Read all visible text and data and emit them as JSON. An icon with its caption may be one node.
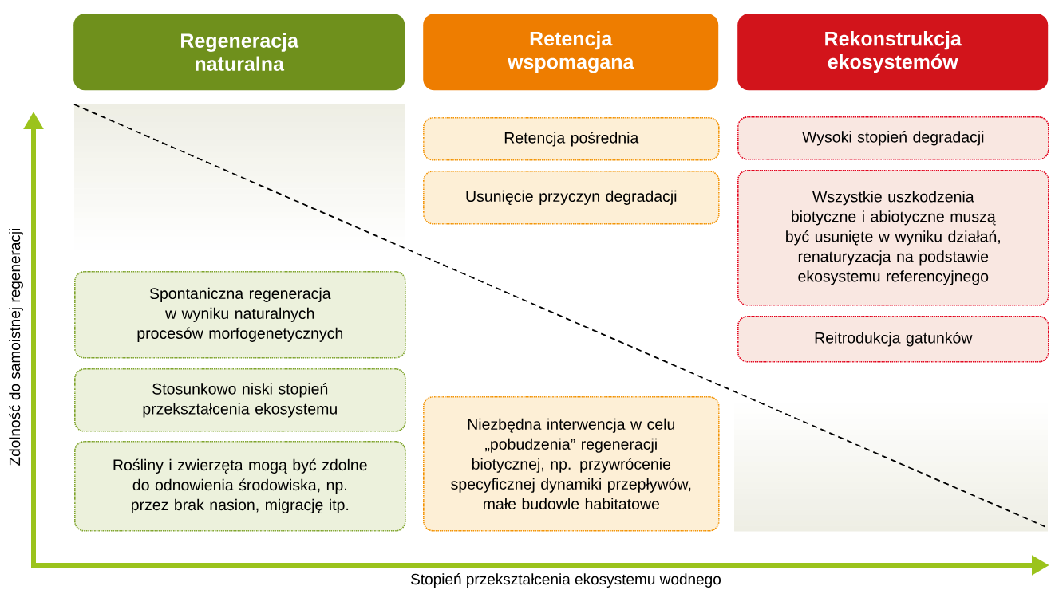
{
  "diagram": {
    "nodes": [
      {
        "text": [
          "Regeneracja naturalna"
        ]
      },
      {
        "text": [
          "Retencja wspomagana"
        ]
      },
      {
        "text": [
          "Rekonstrukcja ekosystemów"
        ]
      },
      {
        "text": [
          "Spontaniczna regeneracja w wyniku naturalnych procesów morfogenetycznych"
        ]
      },
      {
        "text": [
          "Stosunkowo niski stopień przekształcenia ekosystemu"
        ]
      },
      {
        "text": [
          "Rośliny i zwierzęta mogą być zdolne do odnowienia środowiska, np. przez brak nasion, migrację itp."
        ]
      },
      {
        "text": [
          "Retencja pośrednia"
        ]
      },
      {
        "text": [
          "Usunięcie przyczyn degradacji"
        ]
      },
      {
        "text": [
          "Niezbędna interwencja w celu „pobudzenia” regeneracji biotycznej, np. przywrócenie specyficznej dynamiki przepływów, małe budowle habitatowe"
        ]
      },
      {
        "text": [
          "Wysoki stopień degradacji"
        ]
      },
      {
        "text": [
          "Wszystkie uszkodzenia biotyczne i abiotyczne muszą być usunięte w wyniku działań, renaturyzacja na podstawie ekosystemu referencyjnego"
        ]
      },
      {
        "text": [
          "Reitrodukcja gatunków"
        ]
      }
    ],
    "labels": [
      "Zdolność do samoistnej regeneracji",
      "Stopień przekształcenia ekosystemu wodnego"
    ]
  }
}
